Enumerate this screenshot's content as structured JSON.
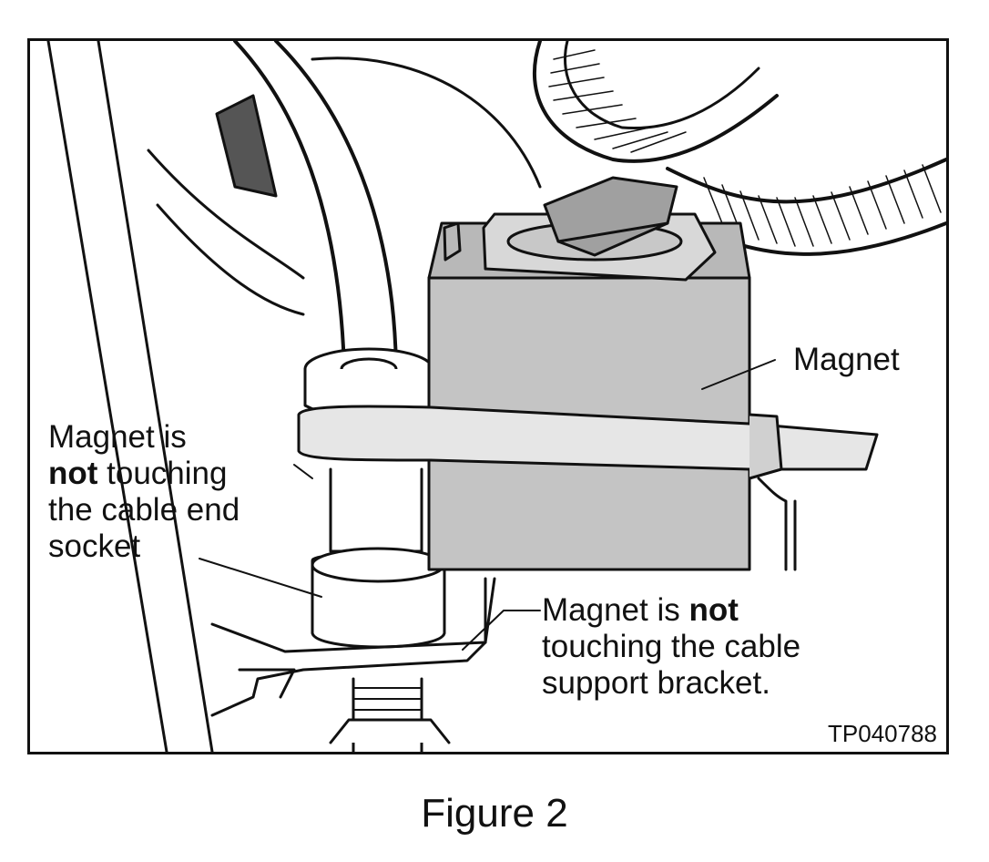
{
  "figure": {
    "caption": "Figure 2",
    "id_code": "TP040788"
  },
  "labels": {
    "magnet": "Magnet",
    "socket_note": {
      "line1": "Magnet is",
      "line2_bold": "not",
      "line2_rest": " touching",
      "line3": "the cable end",
      "line4": "socket"
    },
    "bracket_note": {
      "line1_pre": "Magnet is ",
      "line1_bold": "not",
      "line2": "touching the cable",
      "line3": "support bracket."
    }
  }
}
